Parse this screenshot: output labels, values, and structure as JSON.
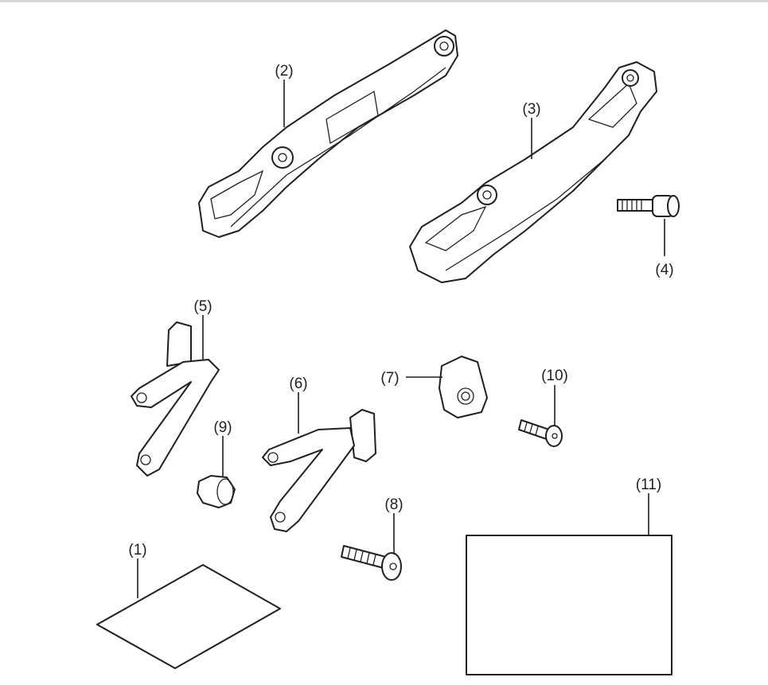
{
  "diagram": {
    "parts": [
      {
        "id": "1",
        "label": "(1)"
      },
      {
        "id": "2",
        "label": "(2)"
      },
      {
        "id": "3",
        "label": "(3)"
      },
      {
        "id": "4",
        "label": "(4)"
      },
      {
        "id": "5",
        "label": "(5)"
      },
      {
        "id": "6",
        "label": "(6)"
      },
      {
        "id": "7",
        "label": "(7)"
      },
      {
        "id": "8",
        "label": "(8)"
      },
      {
        "id": "9",
        "label": "(9)"
      },
      {
        "id": "10",
        "label": "(10)"
      },
      {
        "id": "11",
        "label": "(11)"
      }
    ],
    "line_color": "#231f20"
  }
}
